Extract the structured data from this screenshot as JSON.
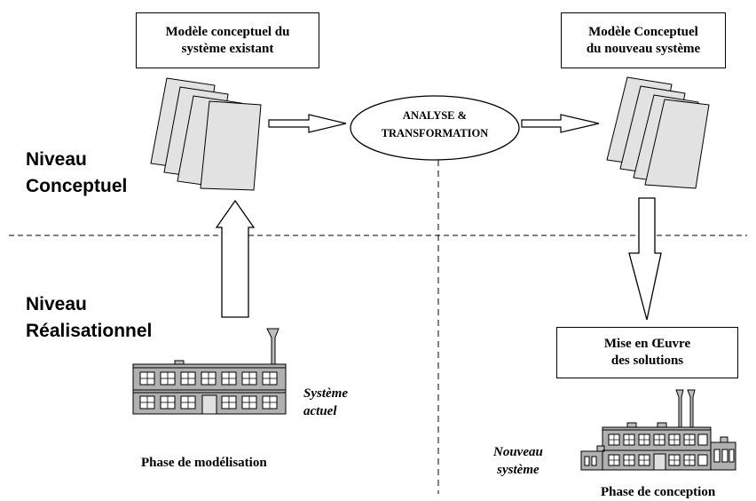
{
  "boxes": {
    "existing_model": {
      "line1": "Modèle conceptuel du",
      "line2": "système existant"
    },
    "new_model": {
      "line1": "Modèle Conceptuel",
      "line2": "du nouveau système"
    },
    "implementation": {
      "line1": "Mise en Œuvre",
      "line2": "des solutions"
    }
  },
  "process": {
    "line1": "ANALYSE &",
    "line2": "TRANSFORMATION"
  },
  "levels": {
    "conceptual": {
      "line1": "Niveau",
      "line2": "Conceptuel"
    },
    "realization": {
      "line1": "Niveau",
      "line2": "Réalisationnel"
    }
  },
  "systems": {
    "current": {
      "line1": "Système",
      "line2": "actuel"
    },
    "new": {
      "line1": "Nouveau",
      "line2": "système"
    }
  },
  "phases": {
    "modeling": "Phase de modélisation",
    "design": "Phase de conception"
  }
}
